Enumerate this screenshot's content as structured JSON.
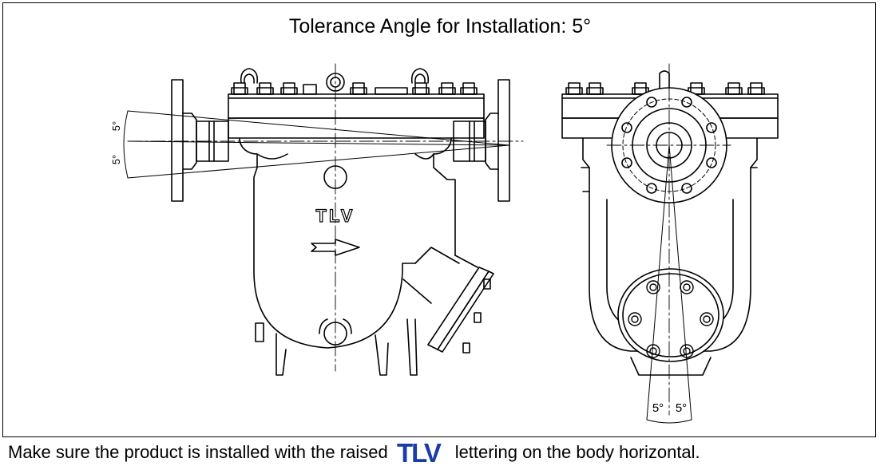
{
  "title": "Tolerance Angle for Installation: 5°",
  "left_view": {
    "angle_label_upper": "5°",
    "angle_label_lower": "5°",
    "body_logo": "TLV"
  },
  "right_view": {
    "angle_label_left": "5°",
    "angle_label_right": "5°"
  },
  "footer": {
    "text_before": "Make sure the product is installed with the raised",
    "logo_text": "TLV",
    "text_after": "lettering on the body horizontal."
  },
  "colors": {
    "logo": "#1a3ca6",
    "line": "#000000",
    "background": "#ffffff"
  },
  "icons": [
    "tlv-logo",
    "flow-direction-arrow"
  ]
}
